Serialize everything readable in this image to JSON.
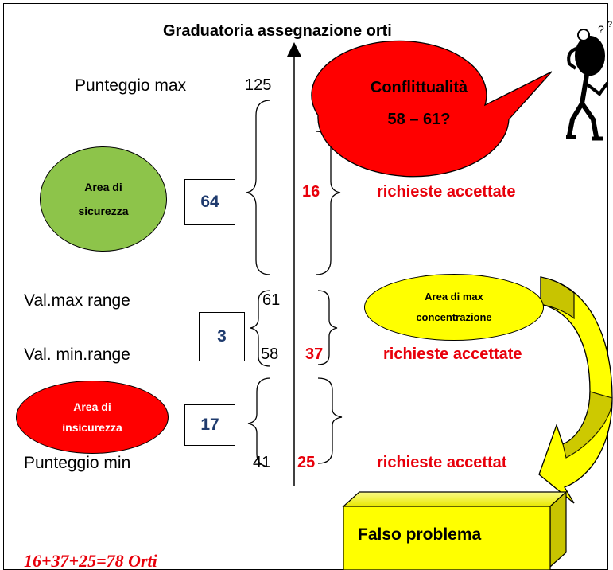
{
  "title": "Graduatoria assegnazione orti",
  "labels": {
    "punteggio_max": "Punteggio max",
    "val_max_range": "Val.max range",
    "val_min_range": "Val. min.range",
    "punteggio_min": "Punteggio min"
  },
  "values": {
    "max": "125",
    "range_max": "61",
    "range_min": "58",
    "min": "41"
  },
  "boxes": {
    "box_64": "64",
    "box_3": "3",
    "box_17": "17"
  },
  "counts": {
    "c16": "16",
    "c37": "37",
    "c25": "25"
  },
  "accepted": {
    "row1": "richieste accettate",
    "row2": "richieste accettate",
    "row3": "richieste accettat"
  },
  "areas": {
    "sicurezza_line1": "Area di",
    "sicurezza_line2": "sicurezza",
    "insicurezza_line1": "Area di",
    "insicurezza_line2": "insicurezza",
    "concentrazione_line1": "Area di max",
    "concentrazione_line2": "concentrazione"
  },
  "bubble": {
    "line1": "Conflittualità",
    "line2": "58 – 61?"
  },
  "falso_problema": "Falso problema",
  "formula": "16+37+25=78 Orti",
  "colors": {
    "red": "#e8000b",
    "green": "#8dc44a",
    "yellow": "#ffff00",
    "olive": "#c8c400",
    "navy": "#1f3b6e"
  }
}
